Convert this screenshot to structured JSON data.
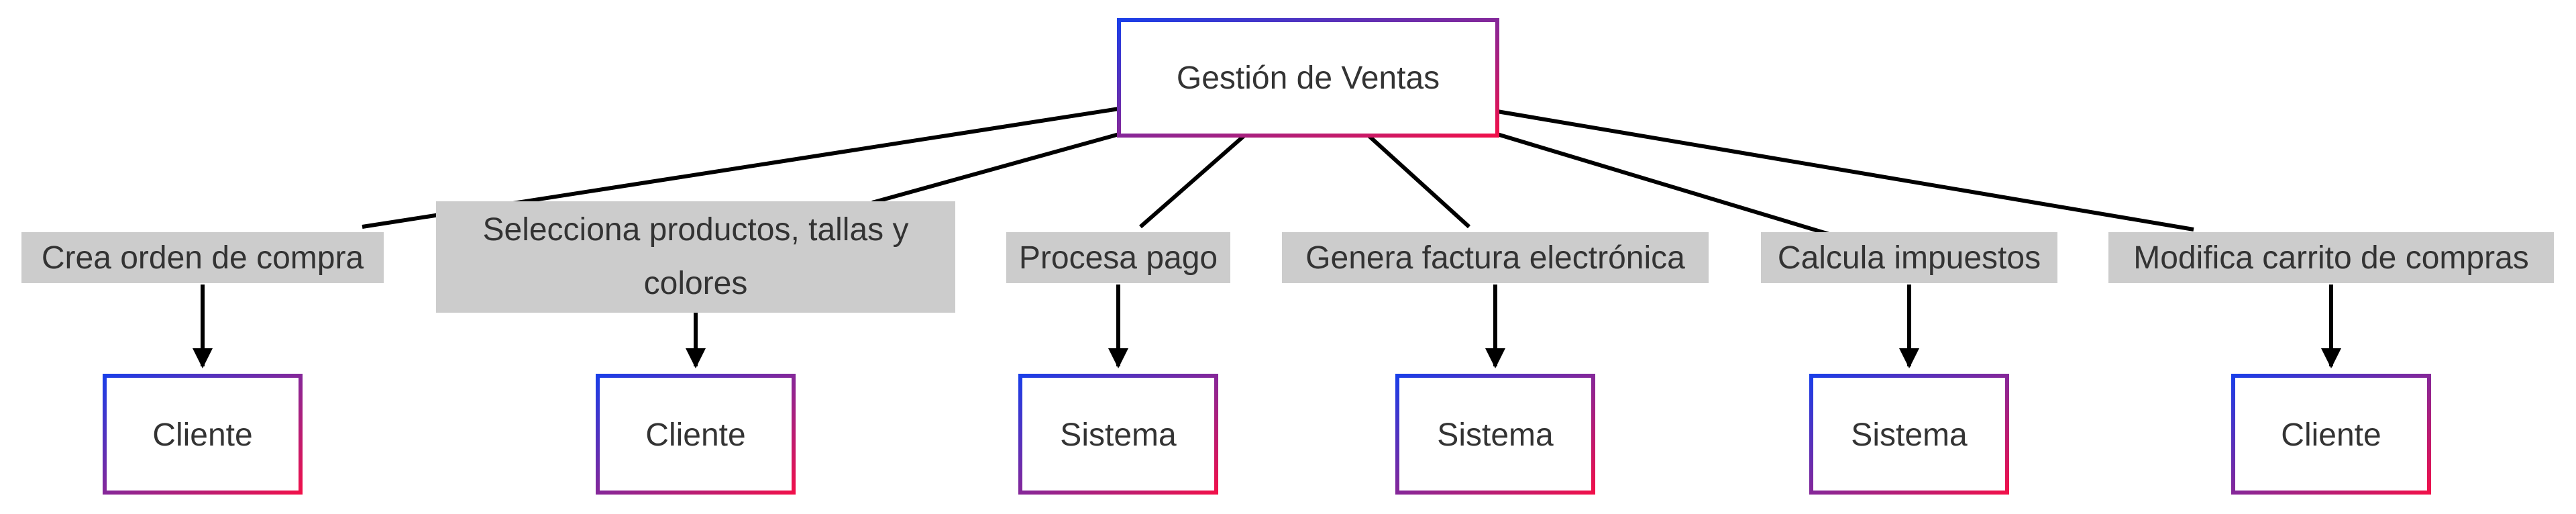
{
  "diagram": {
    "root": {
      "label": "Gestión de Ventas"
    },
    "branches": [
      {
        "edge_label": [
          "Crea orden de compra"
        ],
        "target": "Cliente"
      },
      {
        "edge_label": [
          "Selecciona productos, tallas y",
          "colores"
        ],
        "target": "Cliente"
      },
      {
        "edge_label": [
          "Procesa pago"
        ],
        "target": "Sistema"
      },
      {
        "edge_label": [
          "Genera factura electrónica"
        ],
        "target": "Sistema"
      },
      {
        "edge_label": [
          "Calcula impuestos"
        ],
        "target": "Sistema"
      },
      {
        "edge_label": [
          "Modifica carrito de compras"
        ],
        "target": "Cliente"
      }
    ],
    "colors": {
      "node_border_start": "#1a3ee8",
      "node_border_end": "#f0104a",
      "edge": "#000000",
      "label_bg": "#cccccc",
      "text": "#333333"
    }
  }
}
